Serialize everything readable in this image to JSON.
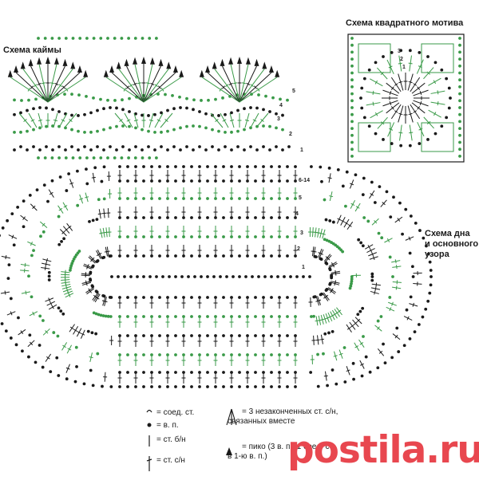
{
  "titles": {
    "border": "Схема каймы",
    "motif": "Схема квадратного мотива",
    "base_line1": "Схема дна",
    "base_line2": "и основного",
    "base_line3": "узора"
  },
  "row_numbers": {
    "border": [
      "1",
      "2",
      "3",
      "4",
      "5"
    ],
    "motif": [
      "1",
      "2",
      "3"
    ],
    "base": [
      "1",
      "2",
      "3",
      "4",
      "5",
      "6-14"
    ]
  },
  "legend": {
    "slip_stitch": "= соед. ст.",
    "chain": "= в. п.",
    "single_crochet": "= ст. б/н",
    "double_crochet": "= ст. с/н",
    "cluster": "= 3 незаконченных ст. с/н, связанных вместе",
    "picot": "= пико (3 в. п., 1 соед. ст. в 1-ю в. п.)"
  },
  "watermark": "postila.ru",
  "colors": {
    "black": "#1a1a1a",
    "green": "#3a9a48",
    "brand": "#e8474f"
  }
}
